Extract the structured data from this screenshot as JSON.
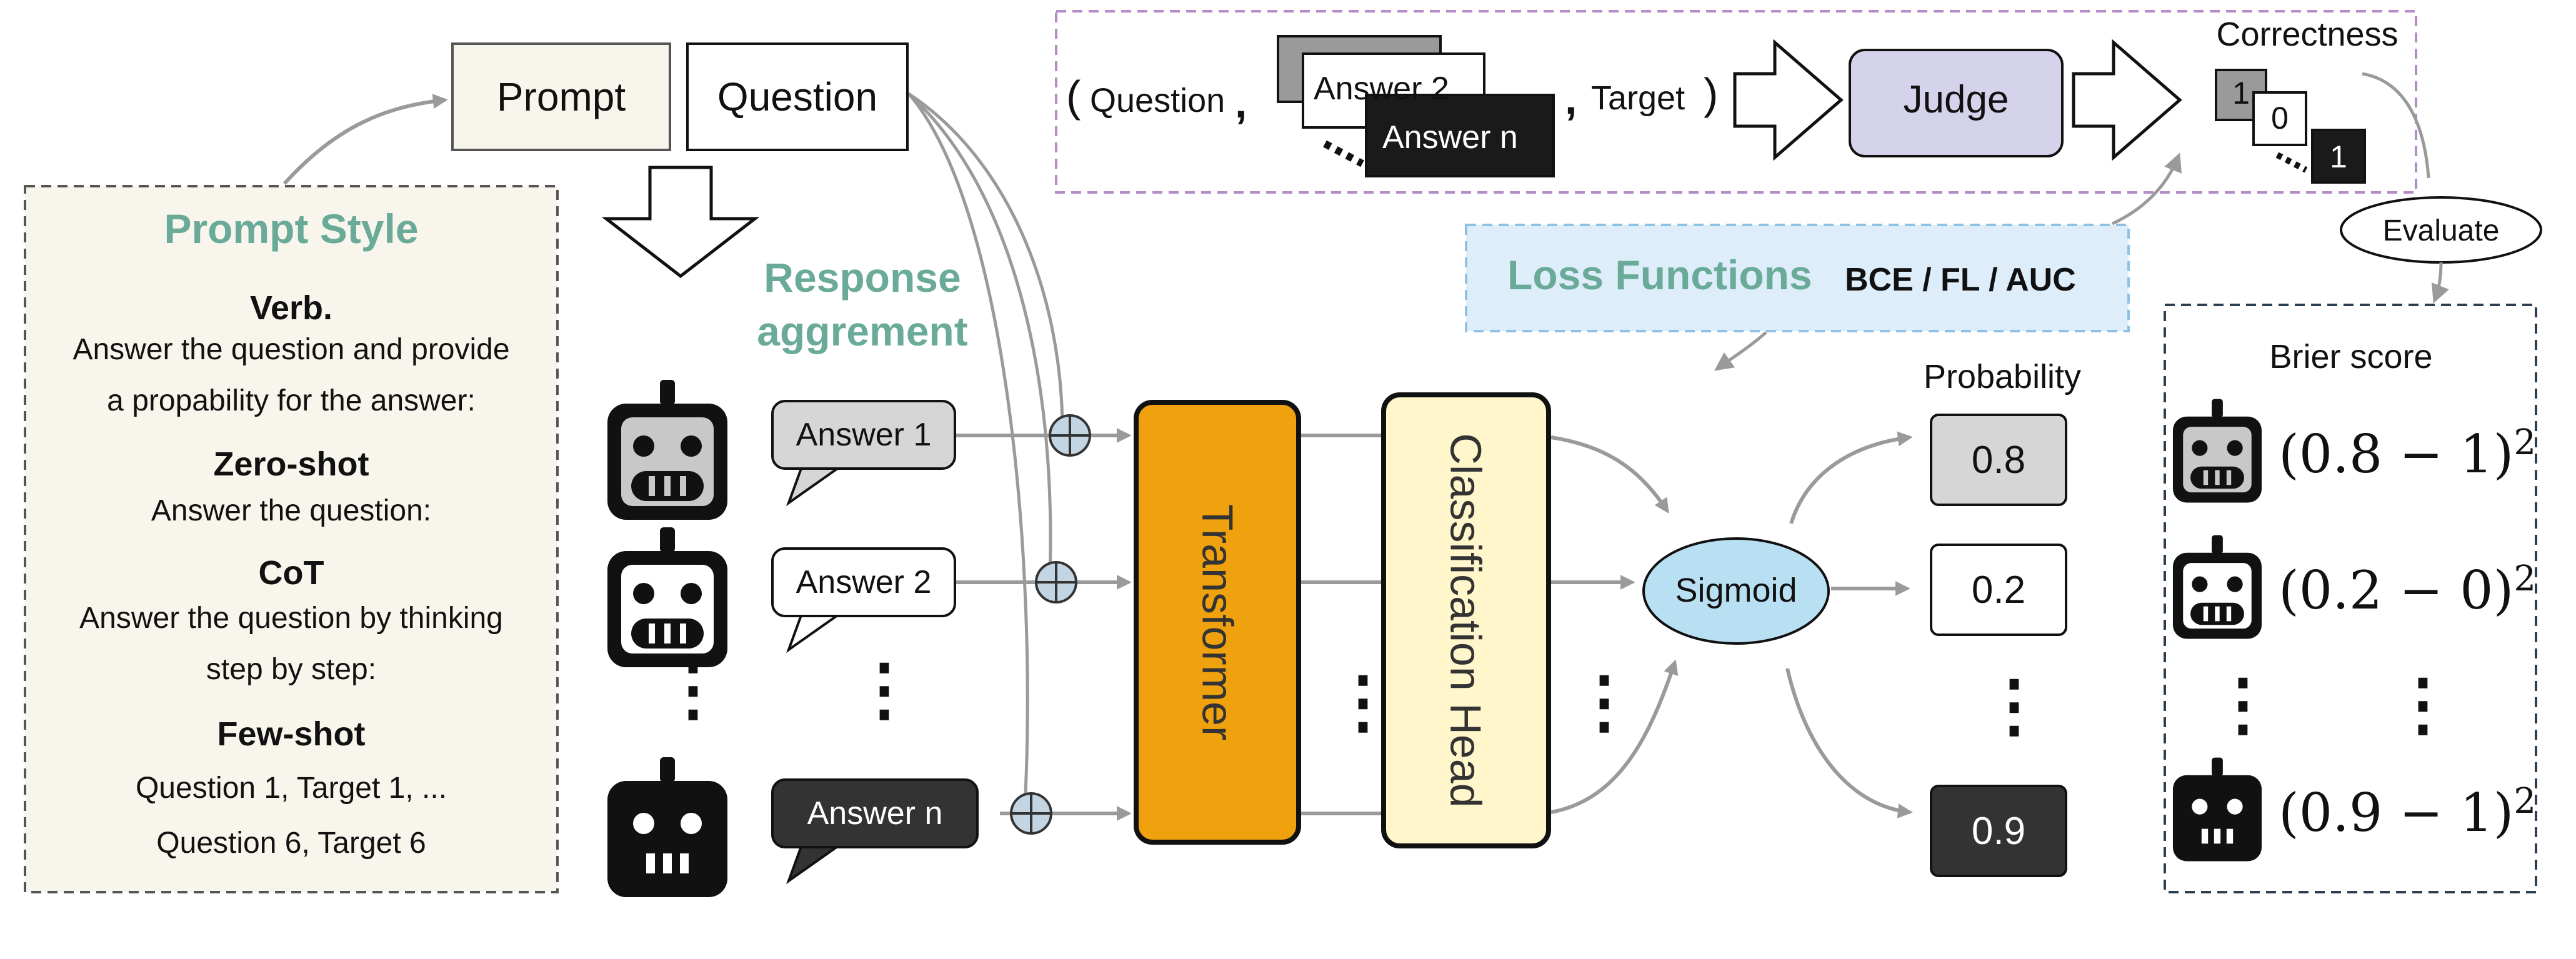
{
  "prompt_style": {
    "title": "Prompt Style",
    "verb_title": "Verb.",
    "verb_line1": "Answer the question and provide",
    "verb_line2": "a propability for the answer:",
    "zeroshot_title": "Zero-shot",
    "zeroshot_line1": "Answer the question:",
    "cot_title": "CoT",
    "cot_line1": "Answer the question by thinking",
    "cot_line2": "step by step:",
    "fewshot_title": "Few-shot",
    "fewshot_line1": "Question 1, Target 1, ...",
    "fewshot_line2": "Question 6, Target 6"
  },
  "inputs": {
    "prompt": "Prompt",
    "question": "Question"
  },
  "response_agreement": {
    "line1": "Response",
    "line2": "aggrement"
  },
  "answers": [
    "Answer 1",
    "Answer 2",
    "Answer n"
  ],
  "model": {
    "transformer": "Transformer",
    "classification_head": "Classification Head",
    "sigmoid": "Sigmoid"
  },
  "probability": {
    "title": "Probability",
    "values": [
      "0.8",
      "0.2",
      "0.9"
    ]
  },
  "judge_panel": {
    "open_paren": "(",
    "question": "Question",
    "comma1": ",",
    "answer_2": "Answer 2",
    "answer_n": "Answer n",
    "comma2": ",",
    "target": "Target",
    "close_paren": ")",
    "judge": "Judge",
    "correctness_title": "Correctness",
    "correctness_values": [
      "1",
      "0",
      "1"
    ]
  },
  "loss": {
    "title": "Loss Functions",
    "variants": "BCE / FL / AUC"
  },
  "evaluate": "Evaluate",
  "brier": {
    "title": "Brier score",
    "formulas": [
      {
        "open": "(0.8 − 1)",
        "exp": "2"
      },
      {
        "open": "(0.2 − 0)",
        "exp": "2"
      },
      {
        "open": "(0.9 − 1)",
        "exp": "2"
      }
    ]
  },
  "colors": {
    "prompt_bg": "#f7f5ec",
    "transformer": "#f0a10e",
    "classification_head": "#fff6cc",
    "sigmoid": "#b9e0f2",
    "judge": "#d5d3ec",
    "loss_bg": "#ddeefa",
    "answer1": "#d6d6d6",
    "answer_n": "#333333",
    "arrow": "#9a9a9a"
  }
}
